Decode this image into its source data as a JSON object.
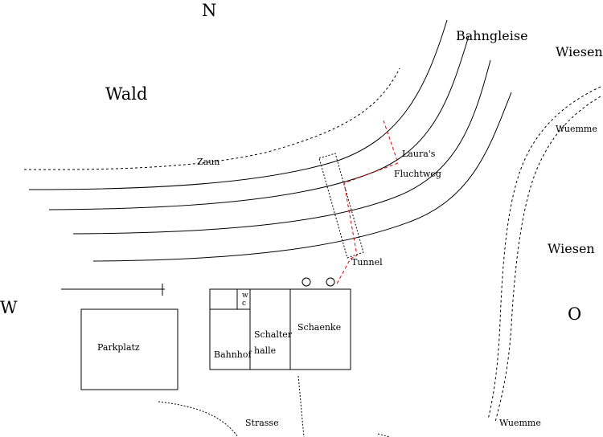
{
  "compass": {
    "north": "N",
    "west": "W",
    "east": "O"
  },
  "areas": {
    "forest": "Wald",
    "meadows_top": "Wiesen",
    "meadows_right": "Wiesen",
    "tracks": "Bahngleise",
    "parking": "Parkplatz",
    "station": "Bahnhof",
    "ticket_hall_line1": "Schalter",
    "ticket_hall_line2": "halle",
    "tavern": "Schaenke",
    "wc_w": "w",
    "wc_c": "c"
  },
  "features": {
    "fence": "Zaun",
    "escape_route_line1": "Laura's",
    "escape_route_line2": "Fluchtweg",
    "tunnel": "Tunnel",
    "street": "Strasse",
    "river_top": "Wuemme",
    "river_bottom": "Wuemme"
  },
  "colors": {
    "ink": "#000000",
    "escape_route": "#e00000",
    "background": "#ffffff"
  }
}
